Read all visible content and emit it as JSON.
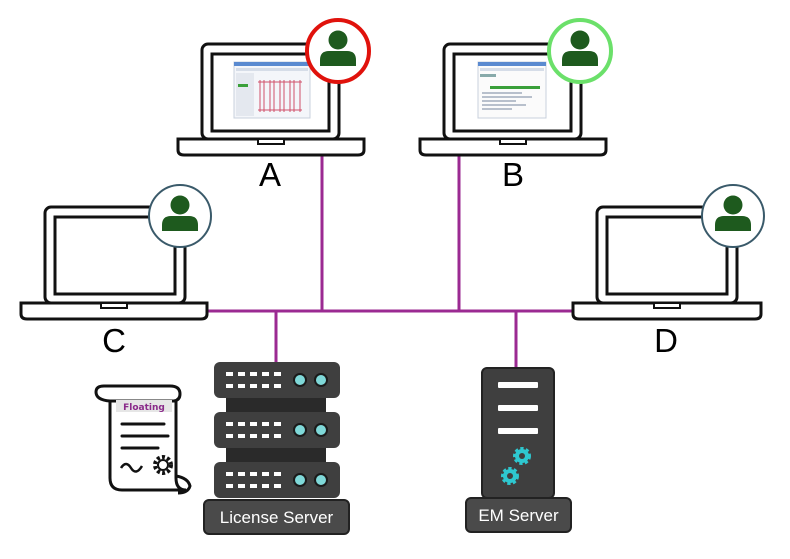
{
  "laptops": {
    "a": {
      "label": "A",
      "status_color": "#e0120c"
    },
    "b": {
      "label": "B",
      "status_color": "#6be06a"
    },
    "c": {
      "label": "C",
      "status_color": "#3a5a6a"
    },
    "d": {
      "label": "D",
      "status_color": "#3a5a6a"
    }
  },
  "servers": {
    "license": {
      "label": "License Server"
    },
    "em": {
      "label": "EM Server"
    }
  },
  "license_doc": {
    "tag": "Floating"
  },
  "colors": {
    "network_line": "#9b2a92",
    "user_icon": "#1e5a1e",
    "server_body": "#3f3f3f",
    "server_led": "#7fd8d8",
    "gear": "#2ec8d0",
    "license_tag_bg": "#e6e6e6",
    "license_tag_text": "#8a2a8a"
  },
  "icons": {
    "user": "user-icon",
    "server": "server-icon",
    "gear": "gear-icon",
    "license": "license-document-icon"
  }
}
